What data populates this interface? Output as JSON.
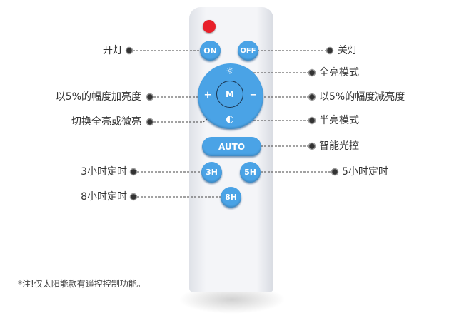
{
  "remote": {
    "on": "ON",
    "off": "OFF",
    "mode": "M",
    "plus": "+",
    "minus": "−",
    "auto": "AUTO",
    "h3": "3H",
    "h5": "5H",
    "h8": "8H",
    "colors": {
      "body": "#eef0f4",
      "button": "#4aa3e6",
      "power": "#e8202a"
    }
  },
  "labels": {
    "on": "开灯",
    "off": "关灯",
    "full": "全亮模式",
    "increase": "以5%的幅度加亮度",
    "decrease": "以5%的幅度减亮度",
    "toggle": "切换全亮或微亮",
    "half": "半亮模式",
    "auto": "智能光控",
    "t3": "3小时定时",
    "t5": "5小时定时",
    "t8": "8小时定时"
  },
  "note": "*注!仅太阳能款有遥控控制功能。"
}
